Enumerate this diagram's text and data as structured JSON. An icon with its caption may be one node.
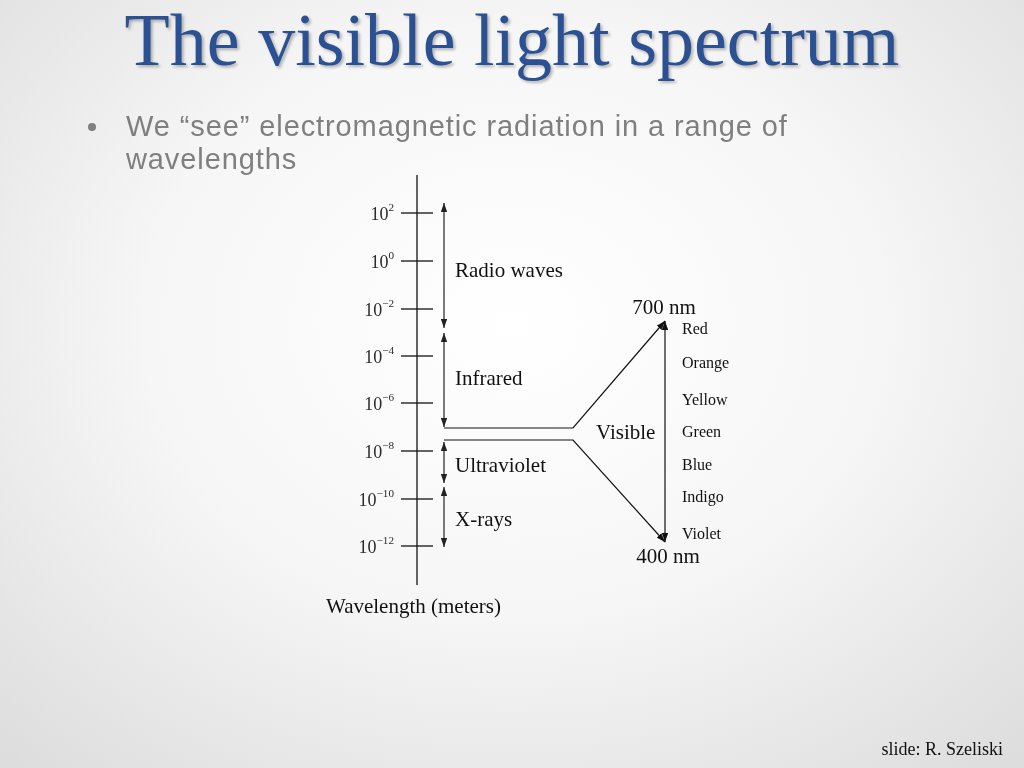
{
  "diagram": {
    "title": "The visible light spectrum",
    "caption": "slide: R. Szeliski",
    "nodes": [
      {
        "text": [
          "700 nm"
        ]
      },
      {
        "text": [
          "400 nm"
        ]
      }
    ],
    "edges": [
      {
        "from": null,
        "to": 0,
        "arrow": "to"
      },
      {
        "from": null,
        "to": 1,
        "arrow": "to"
      },
      {
        "from": 0,
        "to": 1,
        "arrow": "both"
      }
    ],
    "labels": [
      "We “see” electromagnetic radiation in a range of wavelengths",
      "10$^{2}$",
      "10$^{0}$",
      "10$^{−2}$",
      "10$^{−4}$",
      "10$^{−6}$",
      "10$^{−8}$",
      "10$^{−10}$",
      "10$^{−12}$",
      "Radio waves",
      "Infrared",
      "Ultraviolet",
      "X-rays",
      "Visible",
      "Red",
      "Orange",
      "Yellow",
      "Green",
      "Blue",
      "Indigo",
      "Violet",
      "Wavelength (meters)"
    ]
  }
}
